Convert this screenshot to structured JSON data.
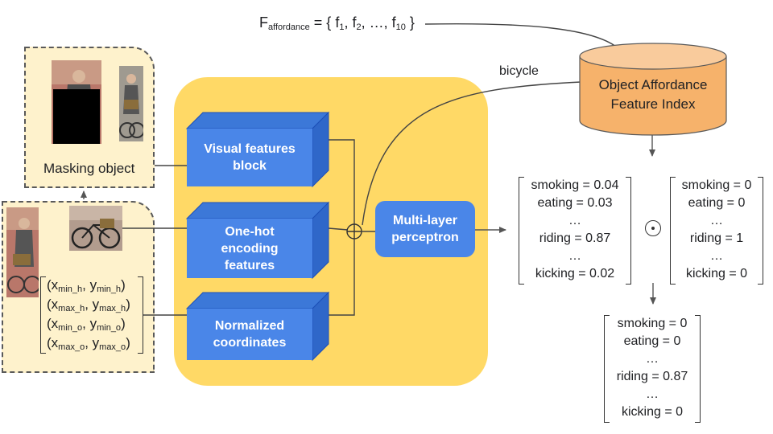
{
  "formula": {
    "lhs_main": "F",
    "lhs_sub": "affordance",
    "eq_open": " = { f",
    "f1_sub": "1",
    "comma1": ", f",
    "f2_sub": "2",
    "middle": ", …, f",
    "f10_sub": "10",
    "close": " }"
  },
  "database": {
    "label": "Object Affordance\nFeature Index"
  },
  "bicycle_label": "bicycle",
  "masking_label": "Masking object",
  "blocks": {
    "visual": "Visual features\nblock",
    "onehot": "One-hot\nencoding\nfeatures",
    "normalized": "Normalized\ncoordinates",
    "mlp": "Multi-layer\nperceptron"
  },
  "coordinates": [
    {
      "x": "x",
      "xs": "min_h",
      "y": "y",
      "ys": "min_h"
    },
    {
      "x": "x",
      "xs": "max_h",
      "y": "y",
      "ys": "max_h"
    },
    {
      "x": "x",
      "xs": "min_o",
      "y": "y",
      "ys": "min_o"
    },
    {
      "x": "x",
      "xs": "max_o",
      "y": "y",
      "ys": "max_o"
    }
  ],
  "matrix_pred": [
    "smoking = 0.04",
    "eating = 0.03",
    "…",
    "riding = 0.87",
    "…",
    "kicking = 0.02"
  ],
  "matrix_mask": [
    "smoking = 0",
    "eating = 0",
    "…",
    "riding = 1",
    "…",
    "kicking = 0"
  ],
  "matrix_result": [
    "smoking = 0",
    "eating = 0",
    "…",
    "riding = 0.87",
    "…",
    "kicking = 0"
  ],
  "colors": {
    "panel": "#ffd966",
    "dashed_fill": "#fef2cc",
    "block": "#4a86e8",
    "block_dark": "#1c4fb8",
    "database": "#f6b26b",
    "database_top": "#f9cb9c"
  }
}
